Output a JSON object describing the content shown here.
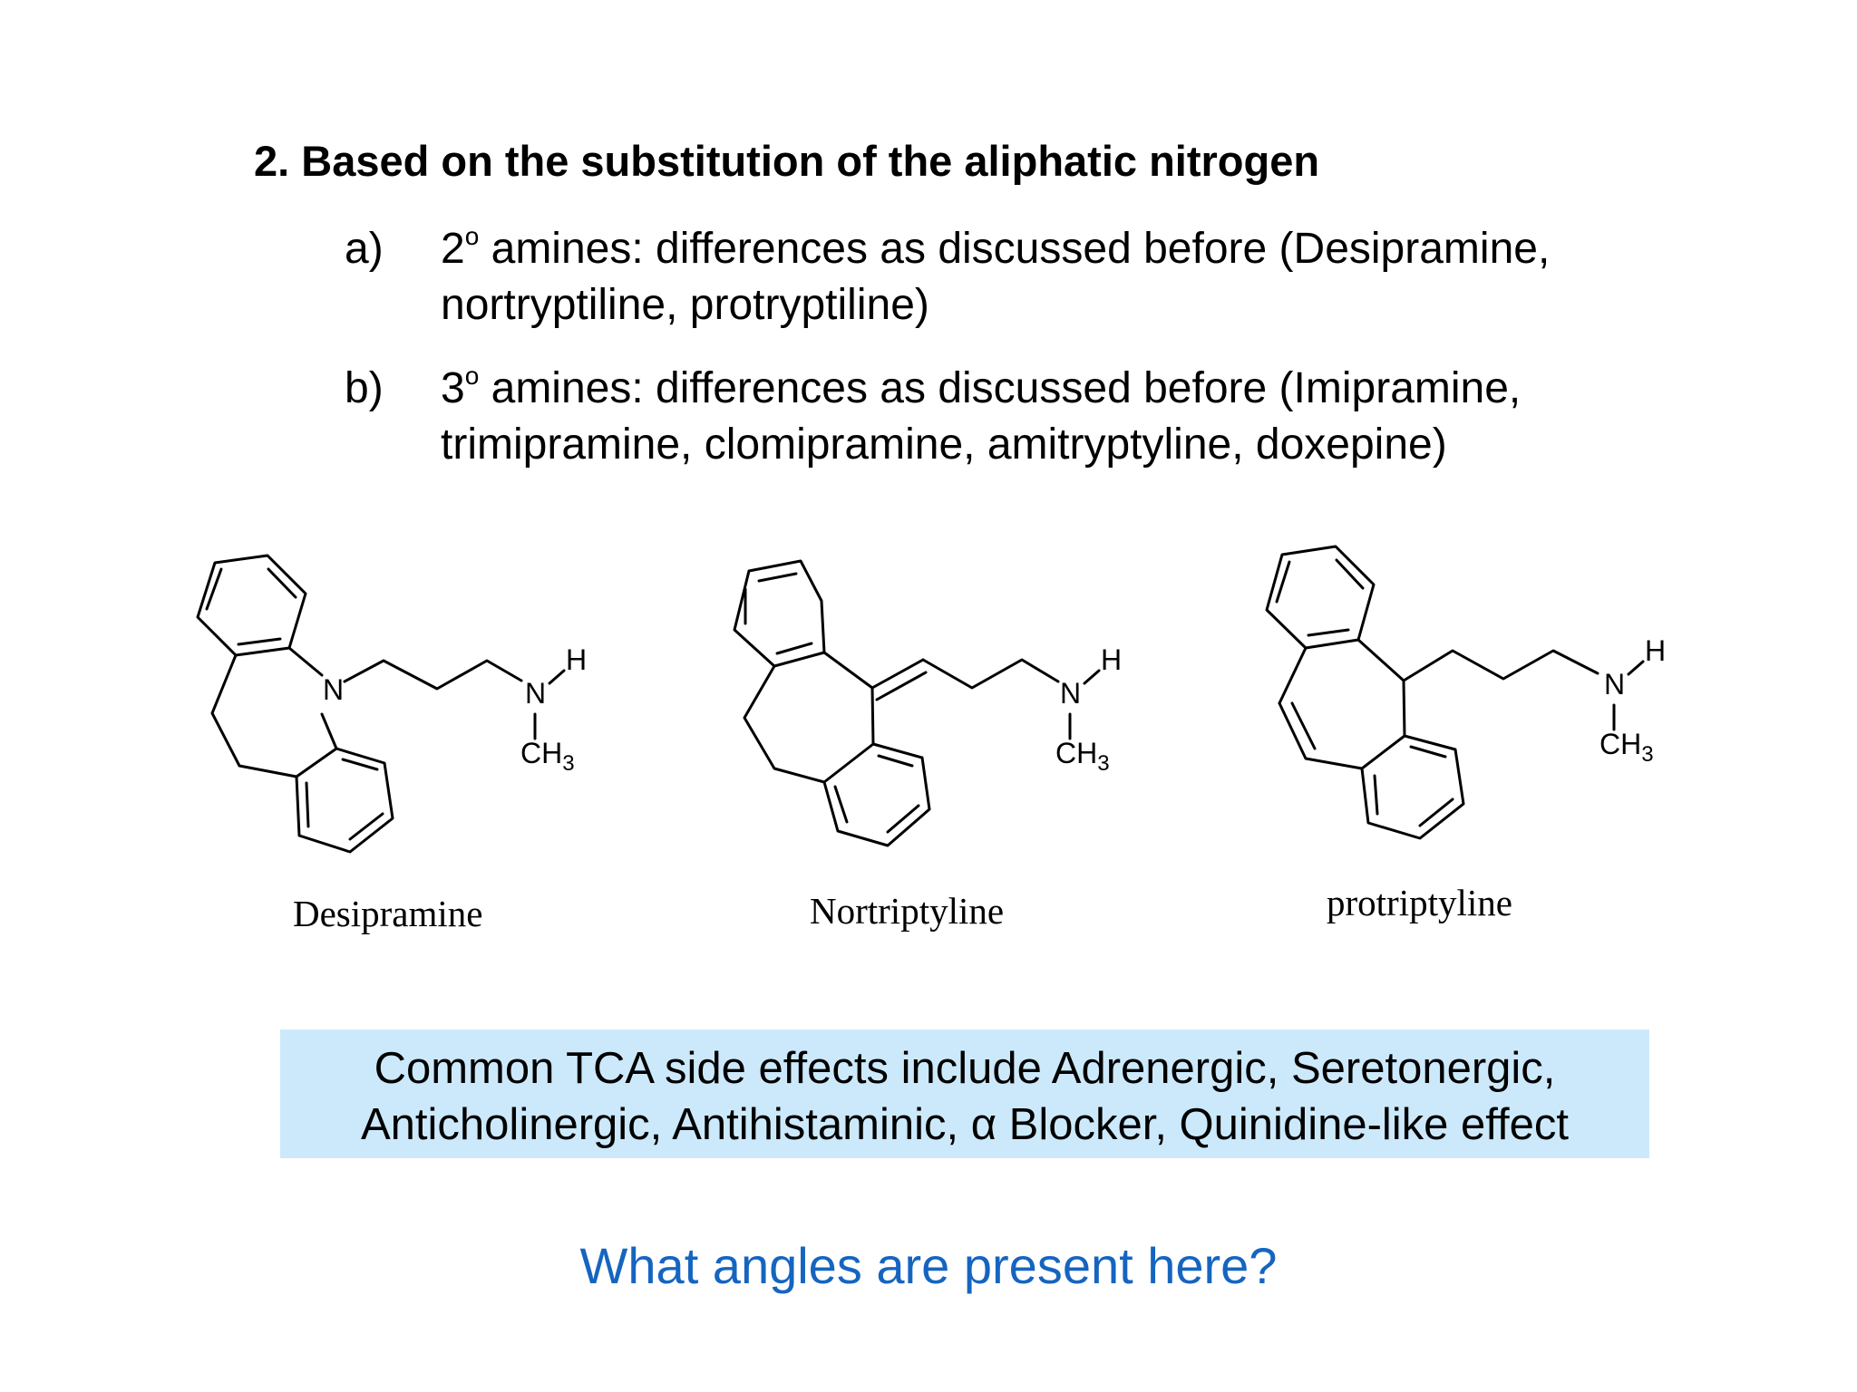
{
  "heading": "2. Based on the substitution of the aliphatic nitrogen",
  "items": [
    {
      "marker": "a)",
      "degree": "2",
      "sup": "o",
      "text": " amines: differences as discussed before (Desipramine, nortryptiline, protryptiline)"
    },
    {
      "marker": "b)",
      "degree": "3",
      "sup": "o",
      "text": " amines: differences as discussed before (Imipramine, trimipramine, clomipramine, amitryptyline, doxepine)"
    }
  ],
  "structures": [
    {
      "name": "Desipramine",
      "ring_atom": "N",
      "amine_n": "N",
      "amine_h": "H",
      "methyl": "CH",
      "methyl_sub": "3"
    },
    {
      "name": "Nortriptyline",
      "amine_n": "N",
      "amine_h": "H",
      "methyl": "CH",
      "methyl_sub": "3"
    },
    {
      "name": "protriptyline",
      "amine_n": "N",
      "amine_h": "H",
      "methyl": "CH",
      "methyl_sub": "3"
    }
  ],
  "callout": {
    "line1": "Common TCA side effects include Adrenergic, Seretonergic,",
    "line2": "Anticholinergic, Antihistaminic, α Blocker, Quinidine-like effect",
    "background": "#cce9fb"
  },
  "question": {
    "text": "What angles are present here?",
    "color": "#1565c0"
  }
}
